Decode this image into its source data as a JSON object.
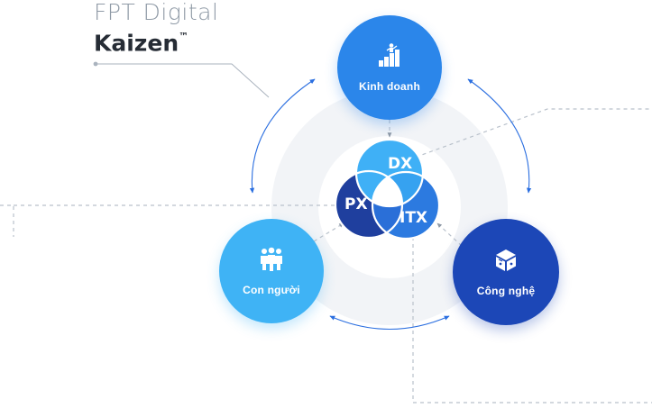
{
  "brand": {
    "line1": "FPT Digital",
    "line2": "Kaizen",
    "tm": "™"
  },
  "venn": {
    "dx": "DX",
    "px": "PX",
    "itx": "ITX"
  },
  "nodes": {
    "business": {
      "label": "Kinh doanh",
      "icon": "business-growth-icon",
      "color": "#2b86ea"
    },
    "people": {
      "label": "Con người",
      "icon": "people-group-icon",
      "color": "#3fb3f5"
    },
    "technology": {
      "label": "Công nghệ",
      "icon": "tech-chip-icon",
      "color": "#1c47b7"
    }
  },
  "colors": {
    "dx": "#3fb0f6",
    "px": "#1f3f9e",
    "itx": "#2c7ae0",
    "arrow": "#2a6ee0",
    "connector": "#b9c1cb",
    "ring": "#f1f3f6"
  }
}
